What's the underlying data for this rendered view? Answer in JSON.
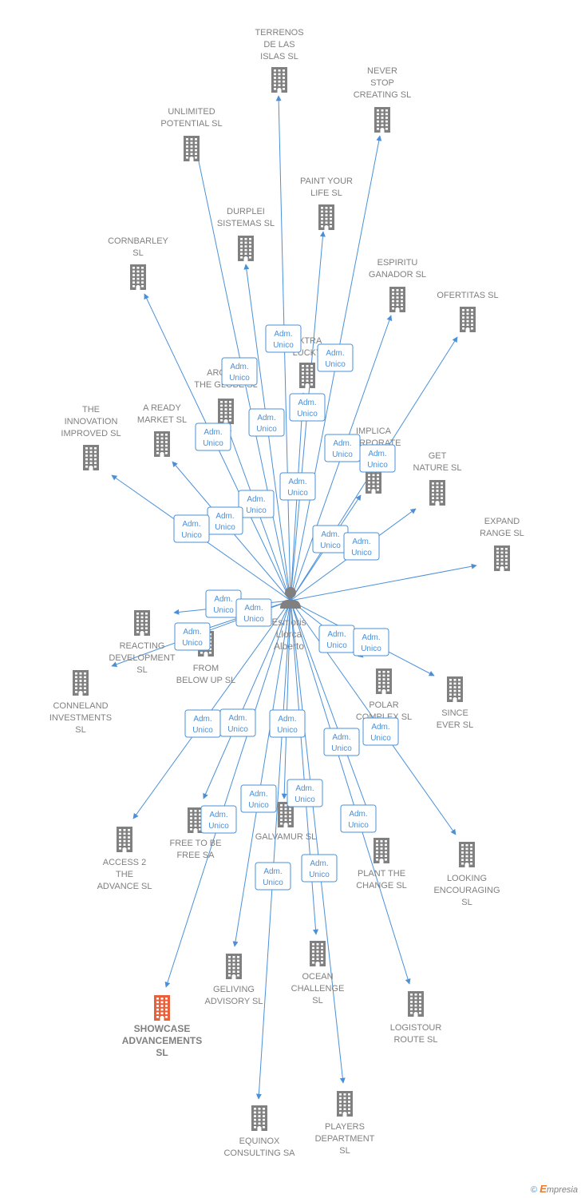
{
  "colors": {
    "edge": "#4a90d9",
    "node": "#808080",
    "highlight": "#e8613a",
    "person": "#808080"
  },
  "center": {
    "lines": [
      "Esmoris",
      "Llorca",
      "Alberto"
    ],
    "icon": "person-icon"
  },
  "edge_label": [
    "Adm.",
    "Unico"
  ],
  "nodes": [
    {
      "id": "terrenos",
      "lines": [
        "TERRENOS",
        "DE LAS",
        "ISLAS  SL"
      ]
    },
    {
      "id": "never-stop",
      "lines": [
        "NEVER",
        "STOP",
        "CREATING  SL"
      ]
    },
    {
      "id": "unlimited",
      "lines": [
        "UNLIMITED",
        "POTENTIAL  SL"
      ]
    },
    {
      "id": "paint",
      "lines": [
        "PAINT YOUR",
        "LIFE  SL"
      ]
    },
    {
      "id": "durplei",
      "lines": [
        "DURPLEI",
        "SISTEMAS  SL"
      ]
    },
    {
      "id": "cornbarley",
      "lines": [
        "CORNBARLEY",
        "SL"
      ]
    },
    {
      "id": "espiritu",
      "lines": [
        "ESPIRITU",
        "GANADOR SL"
      ]
    },
    {
      "id": "ofertitas",
      "lines": [
        "OFERTITAS  SL"
      ]
    },
    {
      "id": "extra-lucky",
      "lines": [
        "EXTRA",
        "LUCKY"
      ]
    },
    {
      "id": "around-globe",
      "lines": [
        "AROUND",
        "THE GLOBE  SL"
      ]
    },
    {
      "id": "a-ready",
      "lines": [
        "A READY",
        "MARKET  SL"
      ]
    },
    {
      "id": "innovation",
      "lines": [
        "THE",
        "INNOVATION",
        "IMPROVED  SL"
      ]
    },
    {
      "id": "implica",
      "lines": [
        "IMPLICA",
        "CORPORATE",
        "SL"
      ]
    },
    {
      "id": "get-nature",
      "lines": [
        "GET",
        "NATURE  SL"
      ]
    },
    {
      "id": "expand",
      "lines": [
        "EXPAND",
        "RANGE  SL"
      ]
    },
    {
      "id": "reacting",
      "lines": [
        "REACTING",
        "DEVELOPMENT",
        "SL"
      ]
    },
    {
      "id": "from-below",
      "lines": [
        "FROM",
        "BELOW UP  SL"
      ]
    },
    {
      "id": "conneland",
      "lines": [
        "CONNELAND",
        "INVESTMENTS",
        "SL"
      ]
    },
    {
      "id": "polar",
      "lines": [
        "POLAR",
        "COMPLEX  SL"
      ]
    },
    {
      "id": "since-ever",
      "lines": [
        "SINCE",
        "EVER  SL"
      ]
    },
    {
      "id": "access2",
      "lines": [
        "ACCESS 2",
        "THE",
        "ADVANCE  SL"
      ]
    },
    {
      "id": "free-to-be",
      "lines": [
        "FREE TO BE",
        "FREE SA"
      ]
    },
    {
      "id": "galvamur",
      "lines": [
        "GALVAMUR  SL"
      ]
    },
    {
      "id": "plant",
      "lines": [
        "PLANT THE",
        "CHANGE  SL"
      ]
    },
    {
      "id": "looking",
      "lines": [
        "LOOKING",
        "ENCOURAGING",
        "SL"
      ]
    },
    {
      "id": "geliving",
      "lines": [
        "GELIVING",
        "ADVISORY  SL"
      ]
    },
    {
      "id": "ocean",
      "lines": [
        "OCEAN",
        "CHALLENGE",
        "SL"
      ]
    },
    {
      "id": "logistour",
      "lines": [
        "LOGISTOUR",
        "ROUTE  SL"
      ]
    },
    {
      "id": "showcase",
      "lines": [
        "SHOWCASE",
        "ADVANCEMENTS",
        "SL"
      ],
      "highlight": true
    },
    {
      "id": "equinox",
      "lines": [
        "EQUINOX",
        "CONSULTING SA"
      ]
    },
    {
      "id": "players",
      "lines": [
        "PLAYERS",
        "DEPARTMENT",
        "SL"
      ]
    }
  ],
  "footer": {
    "copyright": "©",
    "brand_e": "E",
    "brand_rest": "mpresia"
  }
}
